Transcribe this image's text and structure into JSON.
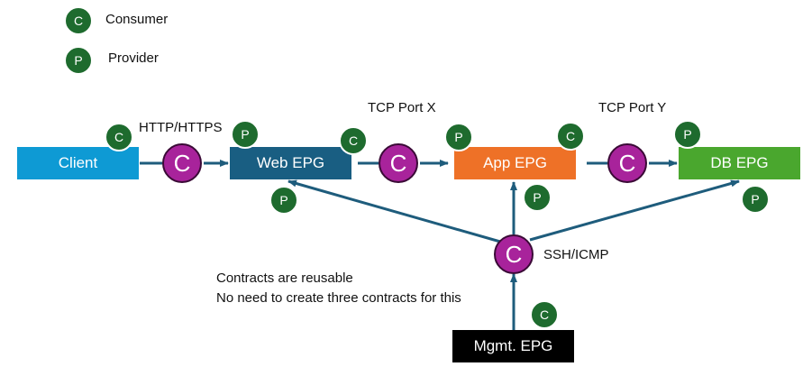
{
  "legend": {
    "consumer": {
      "badge": "C",
      "label": "Consumer"
    },
    "provider": {
      "badge": "P",
      "label": "Provider"
    }
  },
  "epgs": {
    "client": {
      "label": "Client",
      "color": "#0e9ad4"
    },
    "web": {
      "label": "Web EPG",
      "color": "#195e82"
    },
    "app": {
      "label": "App EPG",
      "color": "#ee7127"
    },
    "db": {
      "label": "DB EPG",
      "color": "#4aa72e"
    },
    "mgmt": {
      "label": "Mgmt. EPG",
      "color": "#000000"
    }
  },
  "contracts": {
    "http": {
      "symbol": "C",
      "label": "HTTP/HTTPS"
    },
    "tcpx": {
      "symbol": "C",
      "label": "TCP Port X"
    },
    "tcpy": {
      "symbol": "C",
      "label": "TCP Port Y"
    },
    "ssh": {
      "symbol": "C",
      "label": "SSH/ICMP"
    }
  },
  "badges": {
    "consumer": "C",
    "provider": "P"
  },
  "note": {
    "line1": "Contracts are reusable",
    "line2": "No need to create three contracts for this"
  },
  "colors": {
    "arrow": "#1e5c7c",
    "badge": "#1e6b2e",
    "contract_fill": "#a8239b"
  }
}
